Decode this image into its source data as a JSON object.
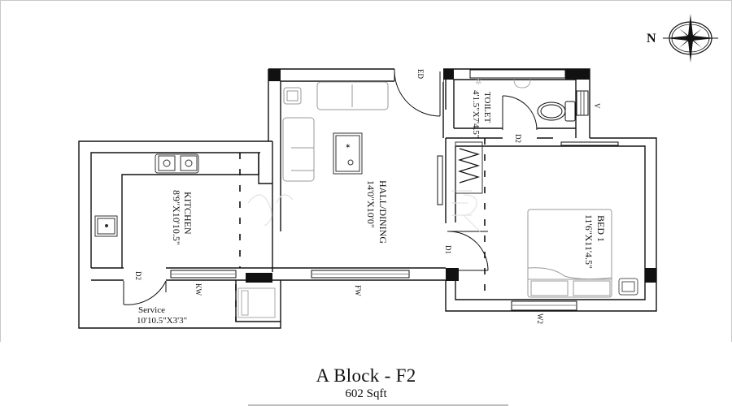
{
  "plan": {
    "title": "A Block - F2",
    "area": "602 Sqft",
    "compass": {
      "label": "N"
    },
    "rooms": [
      {
        "name": "KITCHEN",
        "size": "8'9\"X10'10.5\""
      },
      {
        "name": "HALL/DINING",
        "size": "14'0\"X10'0\""
      },
      {
        "name": "TOILET",
        "size": "4'1.5\"X7'4.5\""
      },
      {
        "name": "BED 1",
        "size": "11'6\"X11'4.5\""
      },
      {
        "name": "Service",
        "size": "10'10.5\"X3'3\""
      }
    ],
    "openings": {
      "d1": "D1",
      "d2_toilet": "D2",
      "d2_kitchen": "D2",
      "d3": "ED",
      "fw": "FW",
      "kw": "KW",
      "w2": "W2",
      "v": "V"
    },
    "colors": {
      "wall": "#111111",
      "furniture": "#9a9a9a",
      "frame": "#c8c8c8"
    }
  }
}
